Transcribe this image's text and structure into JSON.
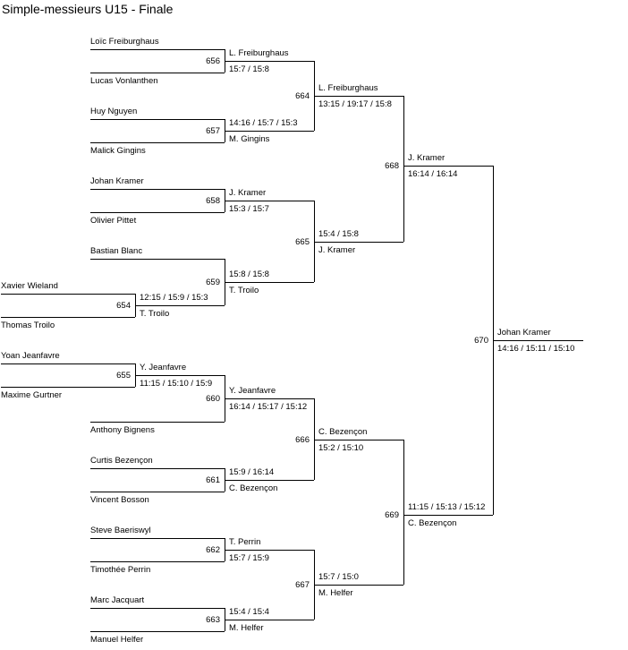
{
  "title": "Simple-messieurs U15 - Finale",
  "colors": {
    "line": "#000000",
    "text": "#000000",
    "background": "#ffffff"
  },
  "entries": [
    "Loïc Freiburghaus",
    "Lucas Vonlanthen",
    "Huy Nguyen",
    "Malick Gingins",
    "Johan Kramer",
    "Olivier Pittet",
    "Bastian Blanc",
    "Xavier Wieland",
    "Thomas Troilo",
    "Yoan Jeanfavre",
    "Maxime Gurtner",
    "Anthony Bignens",
    "Curtis Bezençon",
    "Vincent Bosson",
    "Steve Baeriswyl",
    "Timothée Perrin",
    "Marc Jacquart",
    "Manuel Helfer"
  ],
  "matches": [
    {
      "number": "654",
      "winner": "T. Troilo",
      "score": "12:15 / 15:9 / 15:3"
    },
    {
      "number": "655",
      "winner": "Y. Jeanfavre",
      "score": "11:15 / 15:10 / 15:9"
    },
    {
      "number": "656",
      "winner": "L. Freiburghaus",
      "score": "15:7 / 15:8"
    },
    {
      "number": "657",
      "winner": "M. Gingins",
      "score": "14:16 / 15:7 / 15:3"
    },
    {
      "number": "658",
      "winner": "J. Kramer",
      "score": "15:3 / 15:7"
    },
    {
      "number": "659",
      "winner": "T. Troilo",
      "score": "15:8 / 15:8"
    },
    {
      "number": "660",
      "winner": "Y. Jeanfavre",
      "score": "16:14 / 15:17 / 15:12"
    },
    {
      "number": "661",
      "winner": "C. Bezençon",
      "score": "15:9 / 16:14"
    },
    {
      "number": "662",
      "winner": "T. Perrin",
      "score": "15:7 / 15:9"
    },
    {
      "number": "663",
      "winner": "M. Helfer",
      "score": "15:4 / 15:4"
    },
    {
      "number": "664",
      "winner": "L. Freiburghaus",
      "score": "13:15 / 19:17 / 15:8"
    },
    {
      "number": "665",
      "winner": "J. Kramer",
      "score": "15:4 / 15:8"
    },
    {
      "number": "666",
      "winner": "C. Bezençon",
      "score": "15:2 / 15:10"
    },
    {
      "number": "667",
      "winner": "M. Helfer",
      "score": "15:7 / 15:0"
    },
    {
      "number": "668",
      "winner": "J. Kramer",
      "score": "16:14 / 16:14"
    },
    {
      "number": "669",
      "winner": "C. Bezençon",
      "score": "11:15 / 15:13 / 15:12"
    },
    {
      "number": "670",
      "winner": "Johan Kramer",
      "score": "14:16 / 15:11 / 15:10"
    }
  ]
}
